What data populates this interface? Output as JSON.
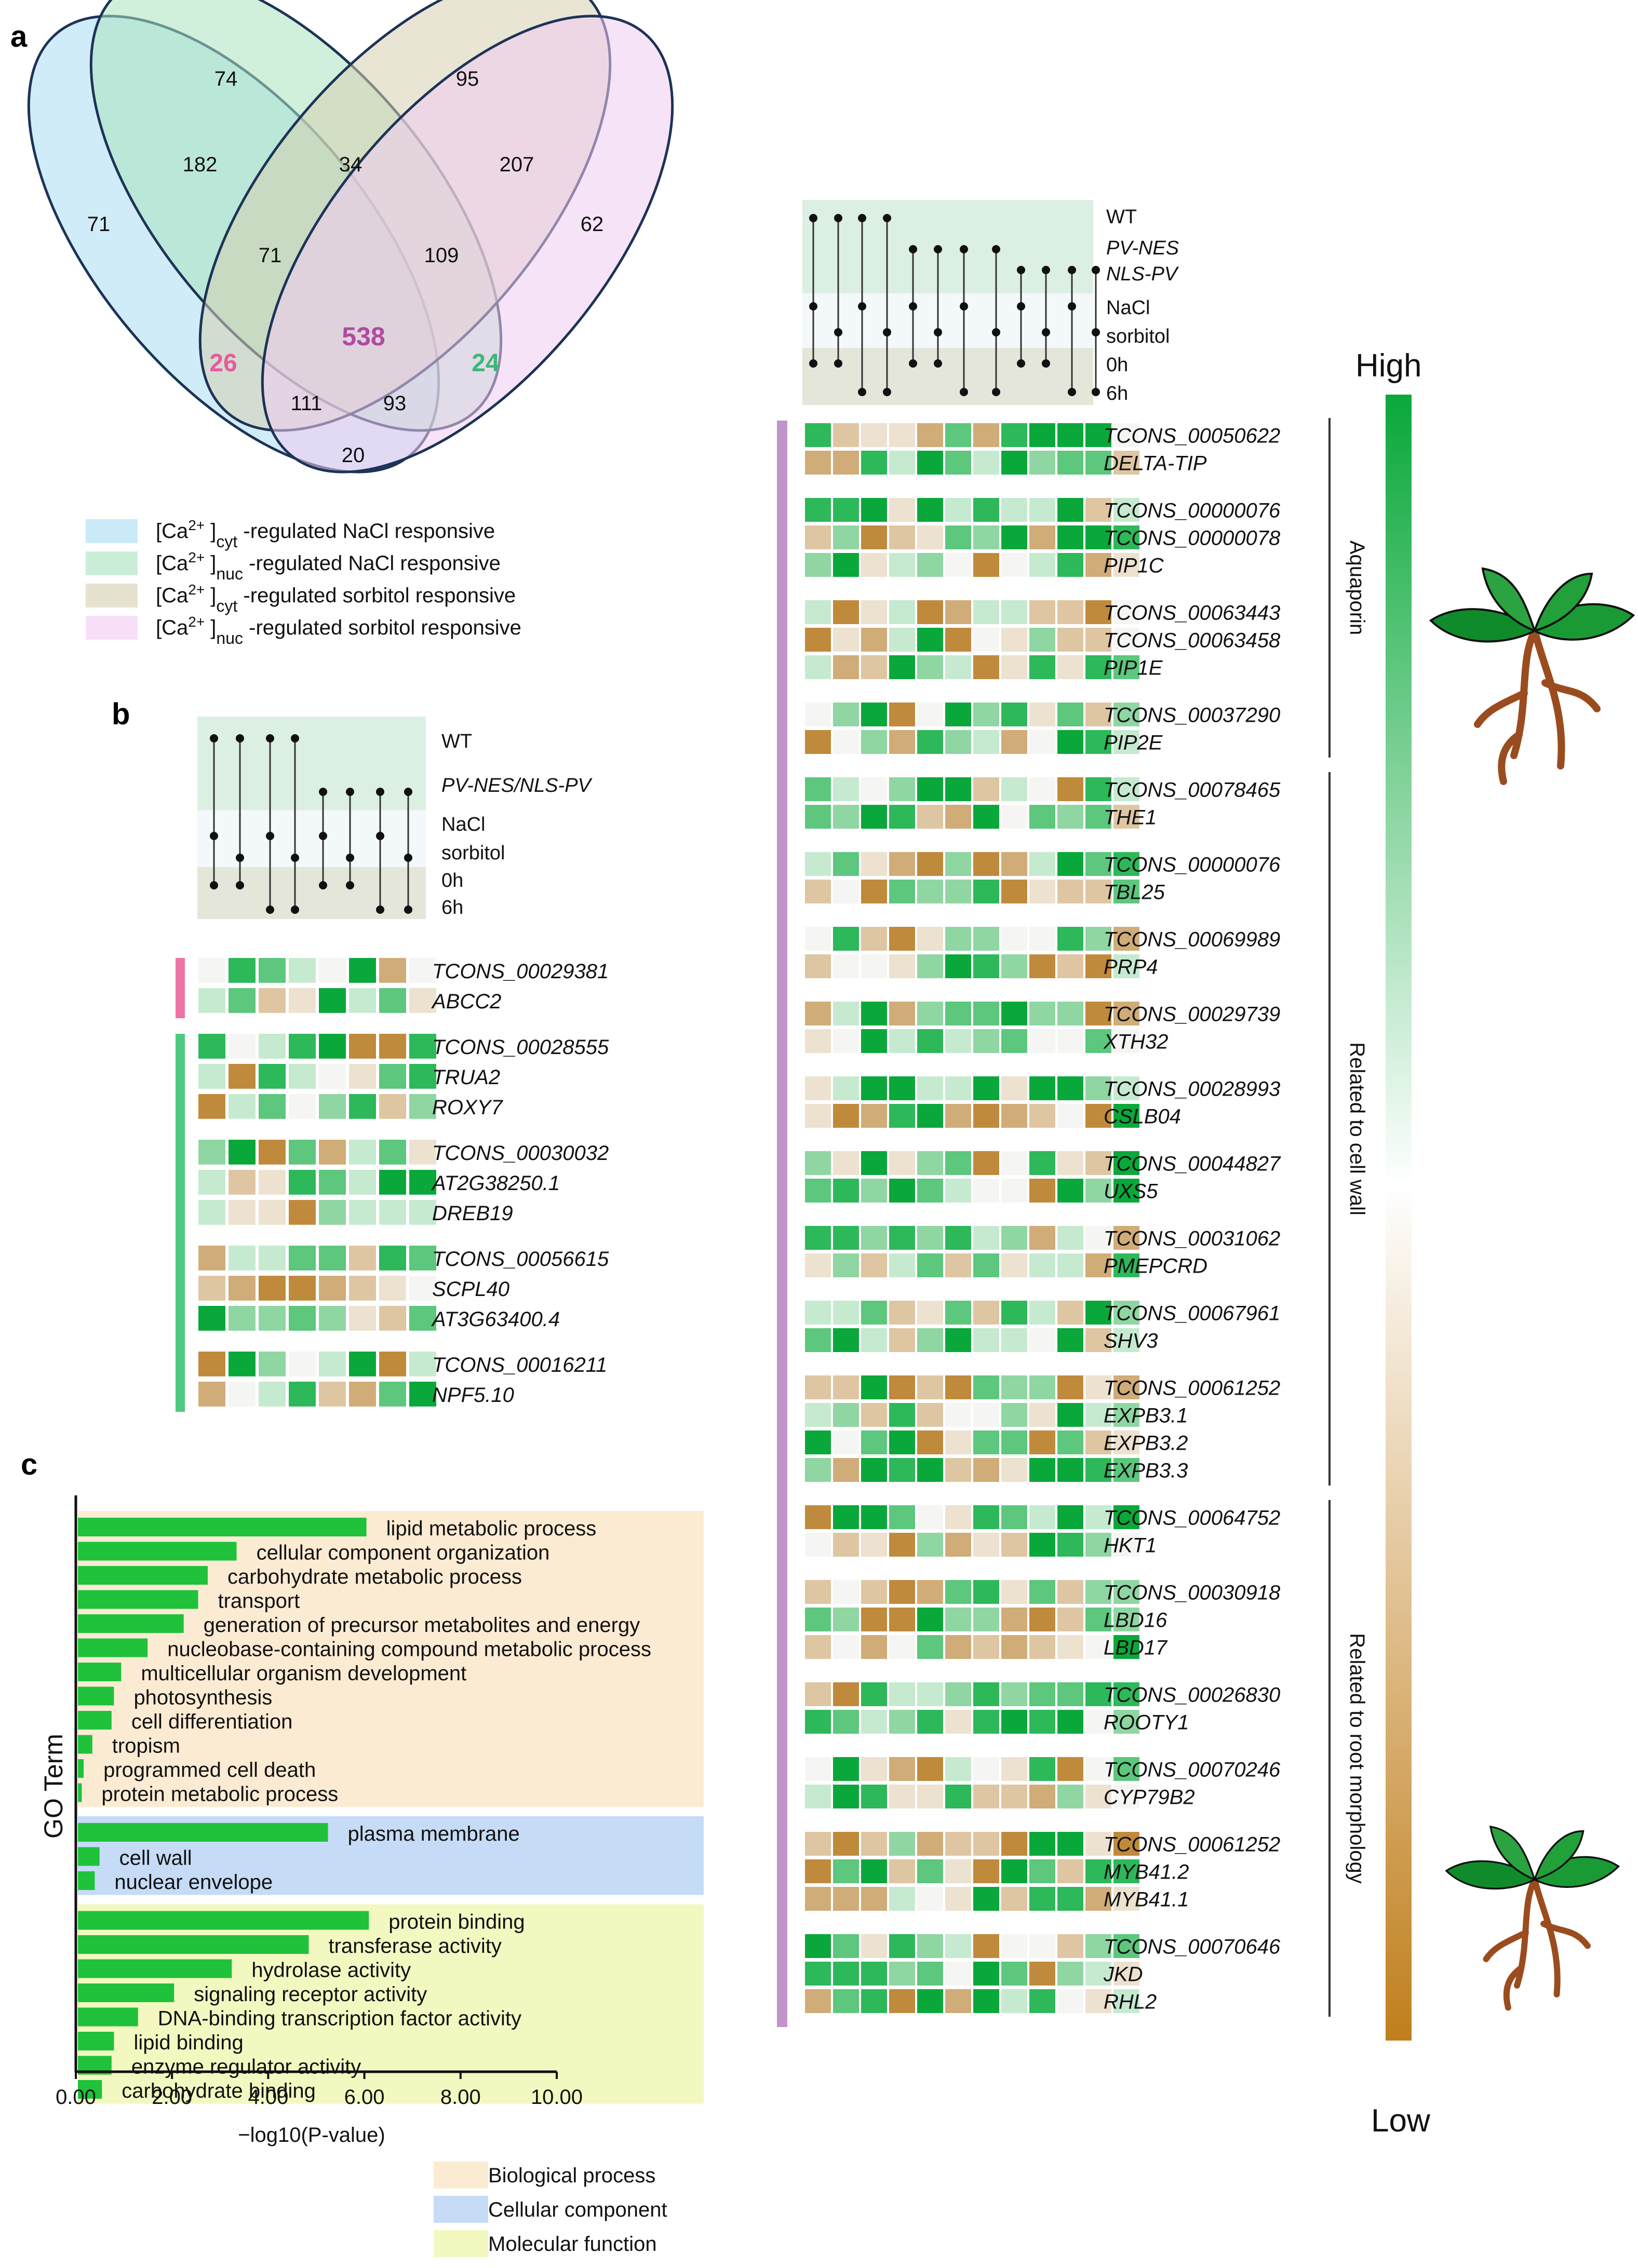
{
  "panel_labels": {
    "a": "a",
    "b": "b",
    "c": "c"
  },
  "colors": {
    "set1": "#a9dcf3",
    "set2": "#a9e3c0",
    "set3": "#d6cfb0",
    "set4": "#f1ccf2",
    "highlight_pink": "#e85a9a",
    "highlight_green": "#3cb878",
    "highlight_purple": "#b04aa0",
    "high": "#0aa83a",
    "low": "#c07f1d",
    "purple_bar": "#c195c9",
    "pink_bar": "#ee74a6",
    "green_bar": "#4ec982",
    "bio_bg": "#fcebd3",
    "cell_bg": "#c5dbf6",
    "mol_bg": "#f2f8c0",
    "go_bar": "#1fc23a"
  },
  "venn": {
    "counts": {
      "only1": "71",
      "only2": "74",
      "only3": "95",
      "only4": "62",
      "s12": "182",
      "s23": "34",
      "s34": "207",
      "s123": "71",
      "s234": "109",
      "s13": "26",
      "s1234": "538",
      "s24": "24",
      "s134": "111",
      "s124": "93",
      "s14": "20"
    },
    "legend": [
      {
        "pre": "[Ca",
        "sup": "2+",
        "post": "]",
        "sub": "cyt",
        "text": "-regulated NaCl responsive"
      },
      {
        "pre": "[Ca",
        "sup": "2+",
        "post": "]",
        "sub": "nuc",
        "text": "-regulated NaCl responsive"
      },
      {
        "pre": "[Ca",
        "sup": "2+",
        "post": "]",
        "sub": "cyt",
        "text": "-regulated sorbitol responsive"
      },
      {
        "pre": "[Ca",
        "sup": "2+",
        "post": "]",
        "sub": "nuc",
        "text": "-regulated sorbitol responsive"
      }
    ]
  },
  "panel_b": {
    "row_labels": [
      "WT",
      "PV-NES/NLS-PV",
      "NaCl",
      "sorbitol",
      "0h",
      "6h"
    ],
    "groups": [
      {
        "bar": "pink",
        "genes": [
          "TCONS_00029381",
          "ABCC2"
        ],
        "italic_first": true
      },
      {
        "bar": "green",
        "genes": [
          "TCONS_00028555",
          "TRUA2",
          "ROXY7"
        ]
      },
      {
        "bar": "green",
        "genes": [
          "TCONS_00030032",
          "AT2G38250.1",
          "DREB19"
        ]
      },
      {
        "bar": "green",
        "genes": [
          "TCONS_00056615",
          "SCPL40",
          "AT3G63400.4"
        ]
      },
      {
        "bar": "green",
        "genes": [
          "TCONS_00016211",
          "NPF5.10"
        ]
      }
    ]
  },
  "panel_right": {
    "row_labels": [
      "WT",
      "PV-NES",
      "NLS-PV",
      "NaCl",
      "sorbitol",
      "0h",
      "6h"
    ],
    "categories": [
      "Aquaporin",
      "Related to cell wall",
      "Related to root morphology"
    ],
    "legend_high": "High",
    "legend_low": "Low",
    "groups": [
      {
        "genes": [
          "TCONS_00050622",
          "DELTA-TIP"
        ]
      },
      {
        "genes": [
          "TCONS_00000076",
          "TCONS_00000078",
          "PIP1C"
        ]
      },
      {
        "genes": [
          "TCONS_00063443",
          "TCONS_00063458",
          "PIP1E"
        ]
      },
      {
        "genes": [
          "TCONS_00037290",
          "PIP2E"
        ]
      },
      {
        "genes": [
          "TCONS_00078465",
          "THE1"
        ]
      },
      {
        "genes": [
          "TCONS_00000076",
          "TBL25"
        ]
      },
      {
        "genes": [
          "TCONS_00069989",
          "PRP4"
        ]
      },
      {
        "genes": [
          "TCONS_00029739",
          "XTH32"
        ]
      },
      {
        "genes": [
          "TCONS_00028993",
          "CSLB04"
        ]
      },
      {
        "genes": [
          "TCONS_00044827",
          "UXS5"
        ]
      },
      {
        "genes": [
          "TCONS_00031062",
          "PMEPCRD"
        ]
      },
      {
        "genes": [
          "TCONS_00067961",
          "SHV3"
        ]
      },
      {
        "genes": [
          "TCONS_00061252",
          "EXPB3.1",
          "EXPB3.2",
          "EXPB3.3"
        ]
      },
      {
        "genes": [
          "TCONS_00064752",
          "HKT1"
        ]
      },
      {
        "genes": [
          "TCONS_00030918",
          "LBD16",
          "LBD17"
        ]
      },
      {
        "genes": [
          "TCONS_00026830",
          "ROOTY1"
        ]
      },
      {
        "genes": [
          "TCONS_00070246",
          "CYP79B2"
        ]
      },
      {
        "genes": [
          "TCONS_00061252",
          "MYB41.2",
          "MYB41.1"
        ]
      },
      {
        "genes": [
          "TCONS_00070646",
          "JKD",
          "RHL2"
        ]
      }
    ]
  },
  "chart_data": {
    "type": "bar",
    "orientation": "horizontal",
    "ylabel": "GO Term",
    "xlabel": "−log10(P-value)",
    "xlim": [
      0,
      10
    ],
    "xticks": [
      "0.00",
      "2.00",
      "4.00",
      "6.00",
      "8.00",
      "10.00"
    ],
    "groups": [
      {
        "name": "Biological process",
        "color": "#fcebd3",
        "categories": [
          "lipid metabolic process",
          "cellular component organization",
          "carbohydrate metabolic process",
          "transport",
          "generation of precursor metabolites and energy",
          "nucleobase-containing compound metabolic process",
          "multicellular organism development",
          "photosynthesis",
          "cell differentiation",
          "tropism",
          "programmed cell death",
          "protein metabolic process"
        ],
        "values": [
          6.0,
          3.3,
          2.7,
          2.5,
          2.2,
          1.45,
          0.9,
          0.75,
          0.7,
          0.3,
          0.12,
          0.08
        ]
      },
      {
        "name": "Cellular component",
        "color": "#c5dbf6",
        "categories": [
          "plasma membrane",
          "cell wall",
          "nuclear envelope"
        ],
        "values": [
          5.2,
          0.45,
          0.35
        ]
      },
      {
        "name": "Molecular function",
        "color": "#f2f8c0",
        "categories": [
          "protein binding",
          "transferase activity",
          "hydrolase activity",
          "signaling receptor activity",
          "DNA-binding transcription factor activity",
          "lipid binding",
          "enzyme regulator activity",
          "carbohydrate binding"
        ],
        "values": [
          6.05,
          4.8,
          3.2,
          2.0,
          1.25,
          0.75,
          0.7,
          0.5
        ]
      }
    ]
  }
}
